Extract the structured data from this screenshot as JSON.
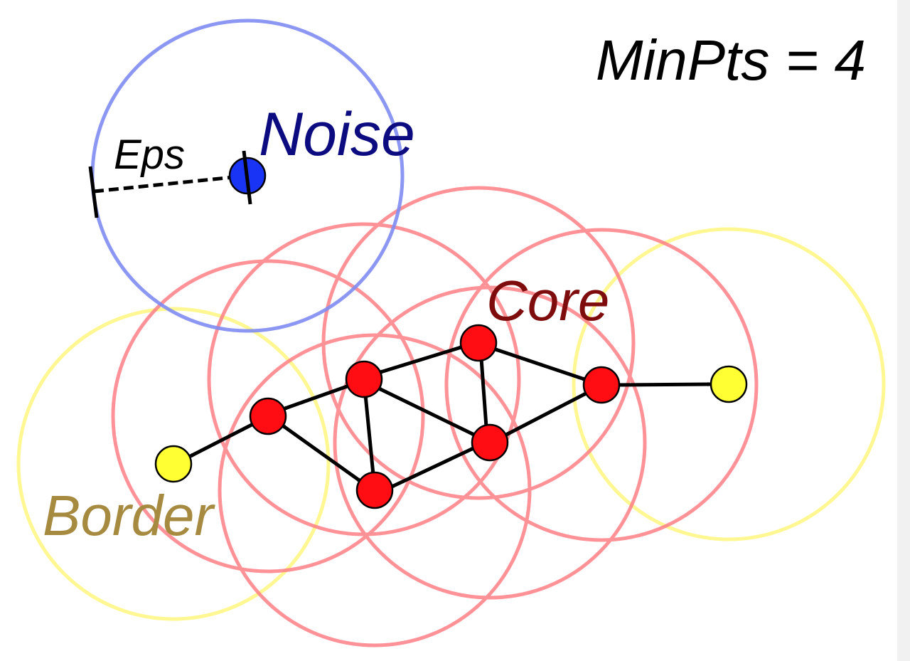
{
  "labels": {
    "minpts": "MinPts = 4",
    "noise": "Noise",
    "eps": "Eps",
    "core": "Core",
    "border": "Border"
  },
  "colors": {
    "core_point": "#ff0d12",
    "core_circle": "#ff7f86",
    "border_point": "#ffff33",
    "border_circle": "#fff67f",
    "noise_point": "#1a34f5",
    "noise_circle": "#7f8cf2",
    "noise_label": "#0c0c80",
    "core_label": "#7f0c0c",
    "border_label": "#a68a40",
    "text": "#000000",
    "background": "#ffffff"
  }
}
